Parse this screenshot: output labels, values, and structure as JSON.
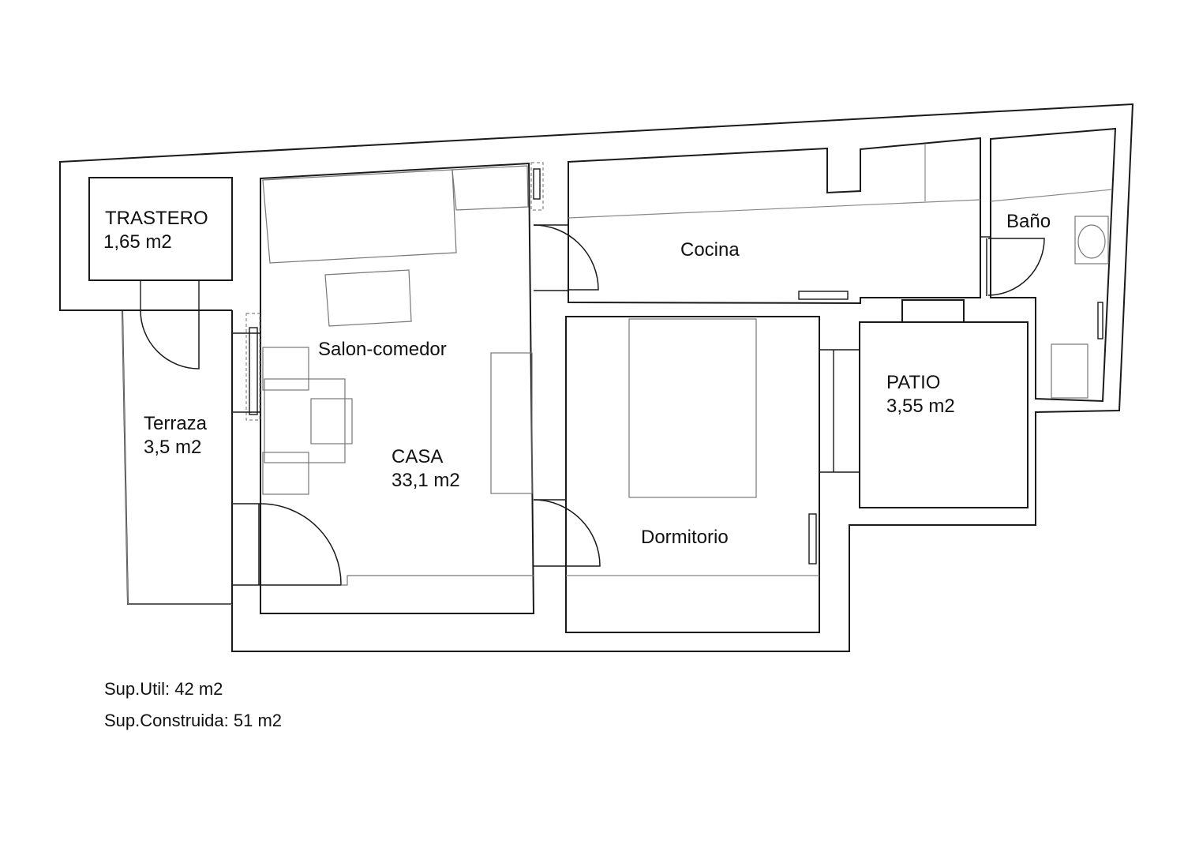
{
  "rooms": {
    "trastero": {
      "name": "TRASTERO",
      "area": "1,65 m2"
    },
    "terraza": {
      "name": "Terraza",
      "area": "3,5 m2"
    },
    "salon": {
      "name": "Salon-comedor"
    },
    "casa": {
      "name": "CASA",
      "area": "33,1 m2"
    },
    "cocina": {
      "name": "Cocina"
    },
    "bano": {
      "name": "Baño"
    },
    "patio": {
      "name": "PATIO",
      "area": "3,55 m2"
    },
    "dormitorio": {
      "name": "Dormitorio"
    }
  },
  "summary": {
    "util": "Sup.Util: 42 m2",
    "construida": "Sup.Construida: 51 m2"
  }
}
